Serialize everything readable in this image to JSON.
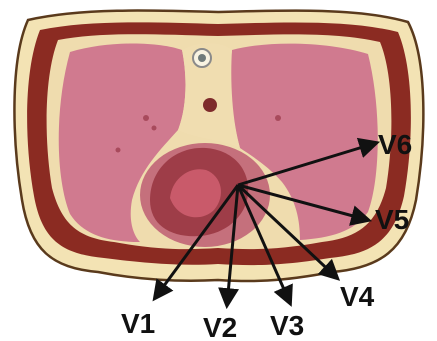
{
  "diagram": {
    "leads": [
      {
        "id": "v1",
        "label": "V1"
      },
      {
        "id": "v2",
        "label": "V2"
      },
      {
        "id": "v3",
        "label": "V3"
      },
      {
        "id": "v4",
        "label": "V4"
      },
      {
        "id": "v5",
        "label": "V5"
      },
      {
        "id": "v6",
        "label": "V6"
      }
    ],
    "colors": {
      "skin": "#f3e3b4",
      "muscle": "#8b2b22",
      "lung": "#d07a8f",
      "heart": "#9e3d48",
      "fat": "#f2e6b8",
      "arrow": "#111111"
    }
  }
}
